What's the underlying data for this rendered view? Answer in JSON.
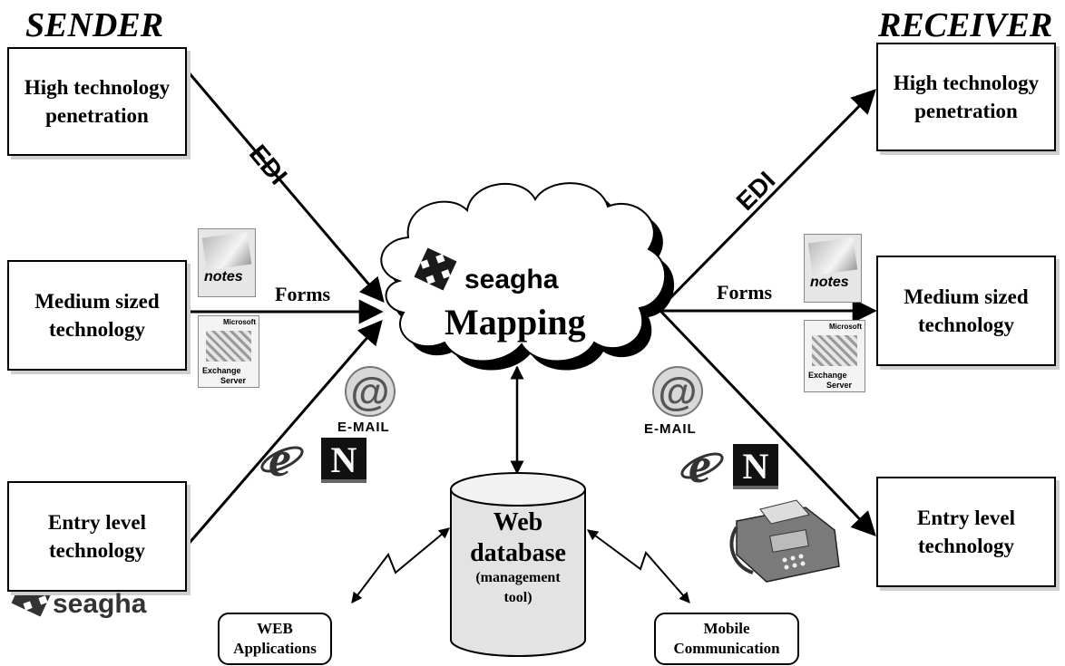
{
  "headings": {
    "sender": "SENDER",
    "receiver": "RECEIVER"
  },
  "sender": {
    "high": "High technology penetration",
    "medium": "Medium sized technology",
    "entry": "Entry level technology"
  },
  "receiver": {
    "high": "High technology penetration",
    "medium": "Medium sized technology",
    "entry": "Entry level technology"
  },
  "links": {
    "edi": "EDI",
    "forms": "Forms",
    "email": "E-MAIL"
  },
  "hub": {
    "brand": "seagha",
    "label": "Mapping"
  },
  "database": {
    "line1": "Web",
    "line2": "database",
    "line3": "(management tool)"
  },
  "apps": {
    "web": "WEB Applications",
    "mobile": "Mobile Communication"
  },
  "products": {
    "notes": "notes",
    "exchange_vendor": "Microsoft",
    "exchange_name": "Exchange",
    "exchange_server": "Server",
    "netscape_letter": "N"
  },
  "footer_logo": "seagha",
  "icons": [
    "seagha-logo-icon",
    "at-sign-icon",
    "internet-explorer-icon",
    "netscape-icon",
    "fax-icon",
    "lotus-notes-box-icon",
    "exchange-server-box-icon",
    "lightning-link-icon"
  ]
}
